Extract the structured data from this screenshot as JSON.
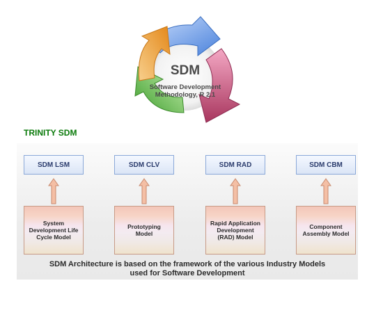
{
  "logo": {
    "title": "SDM",
    "subtitle_line1": "Software Development",
    "subtitle_line2": "Methodology, R 2.1"
  },
  "section_title": "TRINITY SDM",
  "models": [
    {
      "top_label": "SDM LSM",
      "bottom_label": "System Development Life Cycle Model"
    },
    {
      "top_label": "SDM CLV",
      "bottom_label": "Prototyping Model"
    },
    {
      "top_label": "SDM RAD",
      "bottom_label": "Rapid Application Development (RAD) Model"
    },
    {
      "top_label": "SDM CBM",
      "bottom_label": "Component Assembly Model"
    }
  ],
  "caption_line1": "SDM Architecture is based on the framework of the various Industry Models",
  "caption_line2": "used for Software Development",
  "colors": {
    "section_title": "#0a7a0a",
    "cycle_blue": "#5b8fe0",
    "cycle_pink": "#e0608e",
    "cycle_green": "#6cc24a",
    "cycle_orange": "#f0a030",
    "arrow_fill": "#f4bfa5"
  }
}
